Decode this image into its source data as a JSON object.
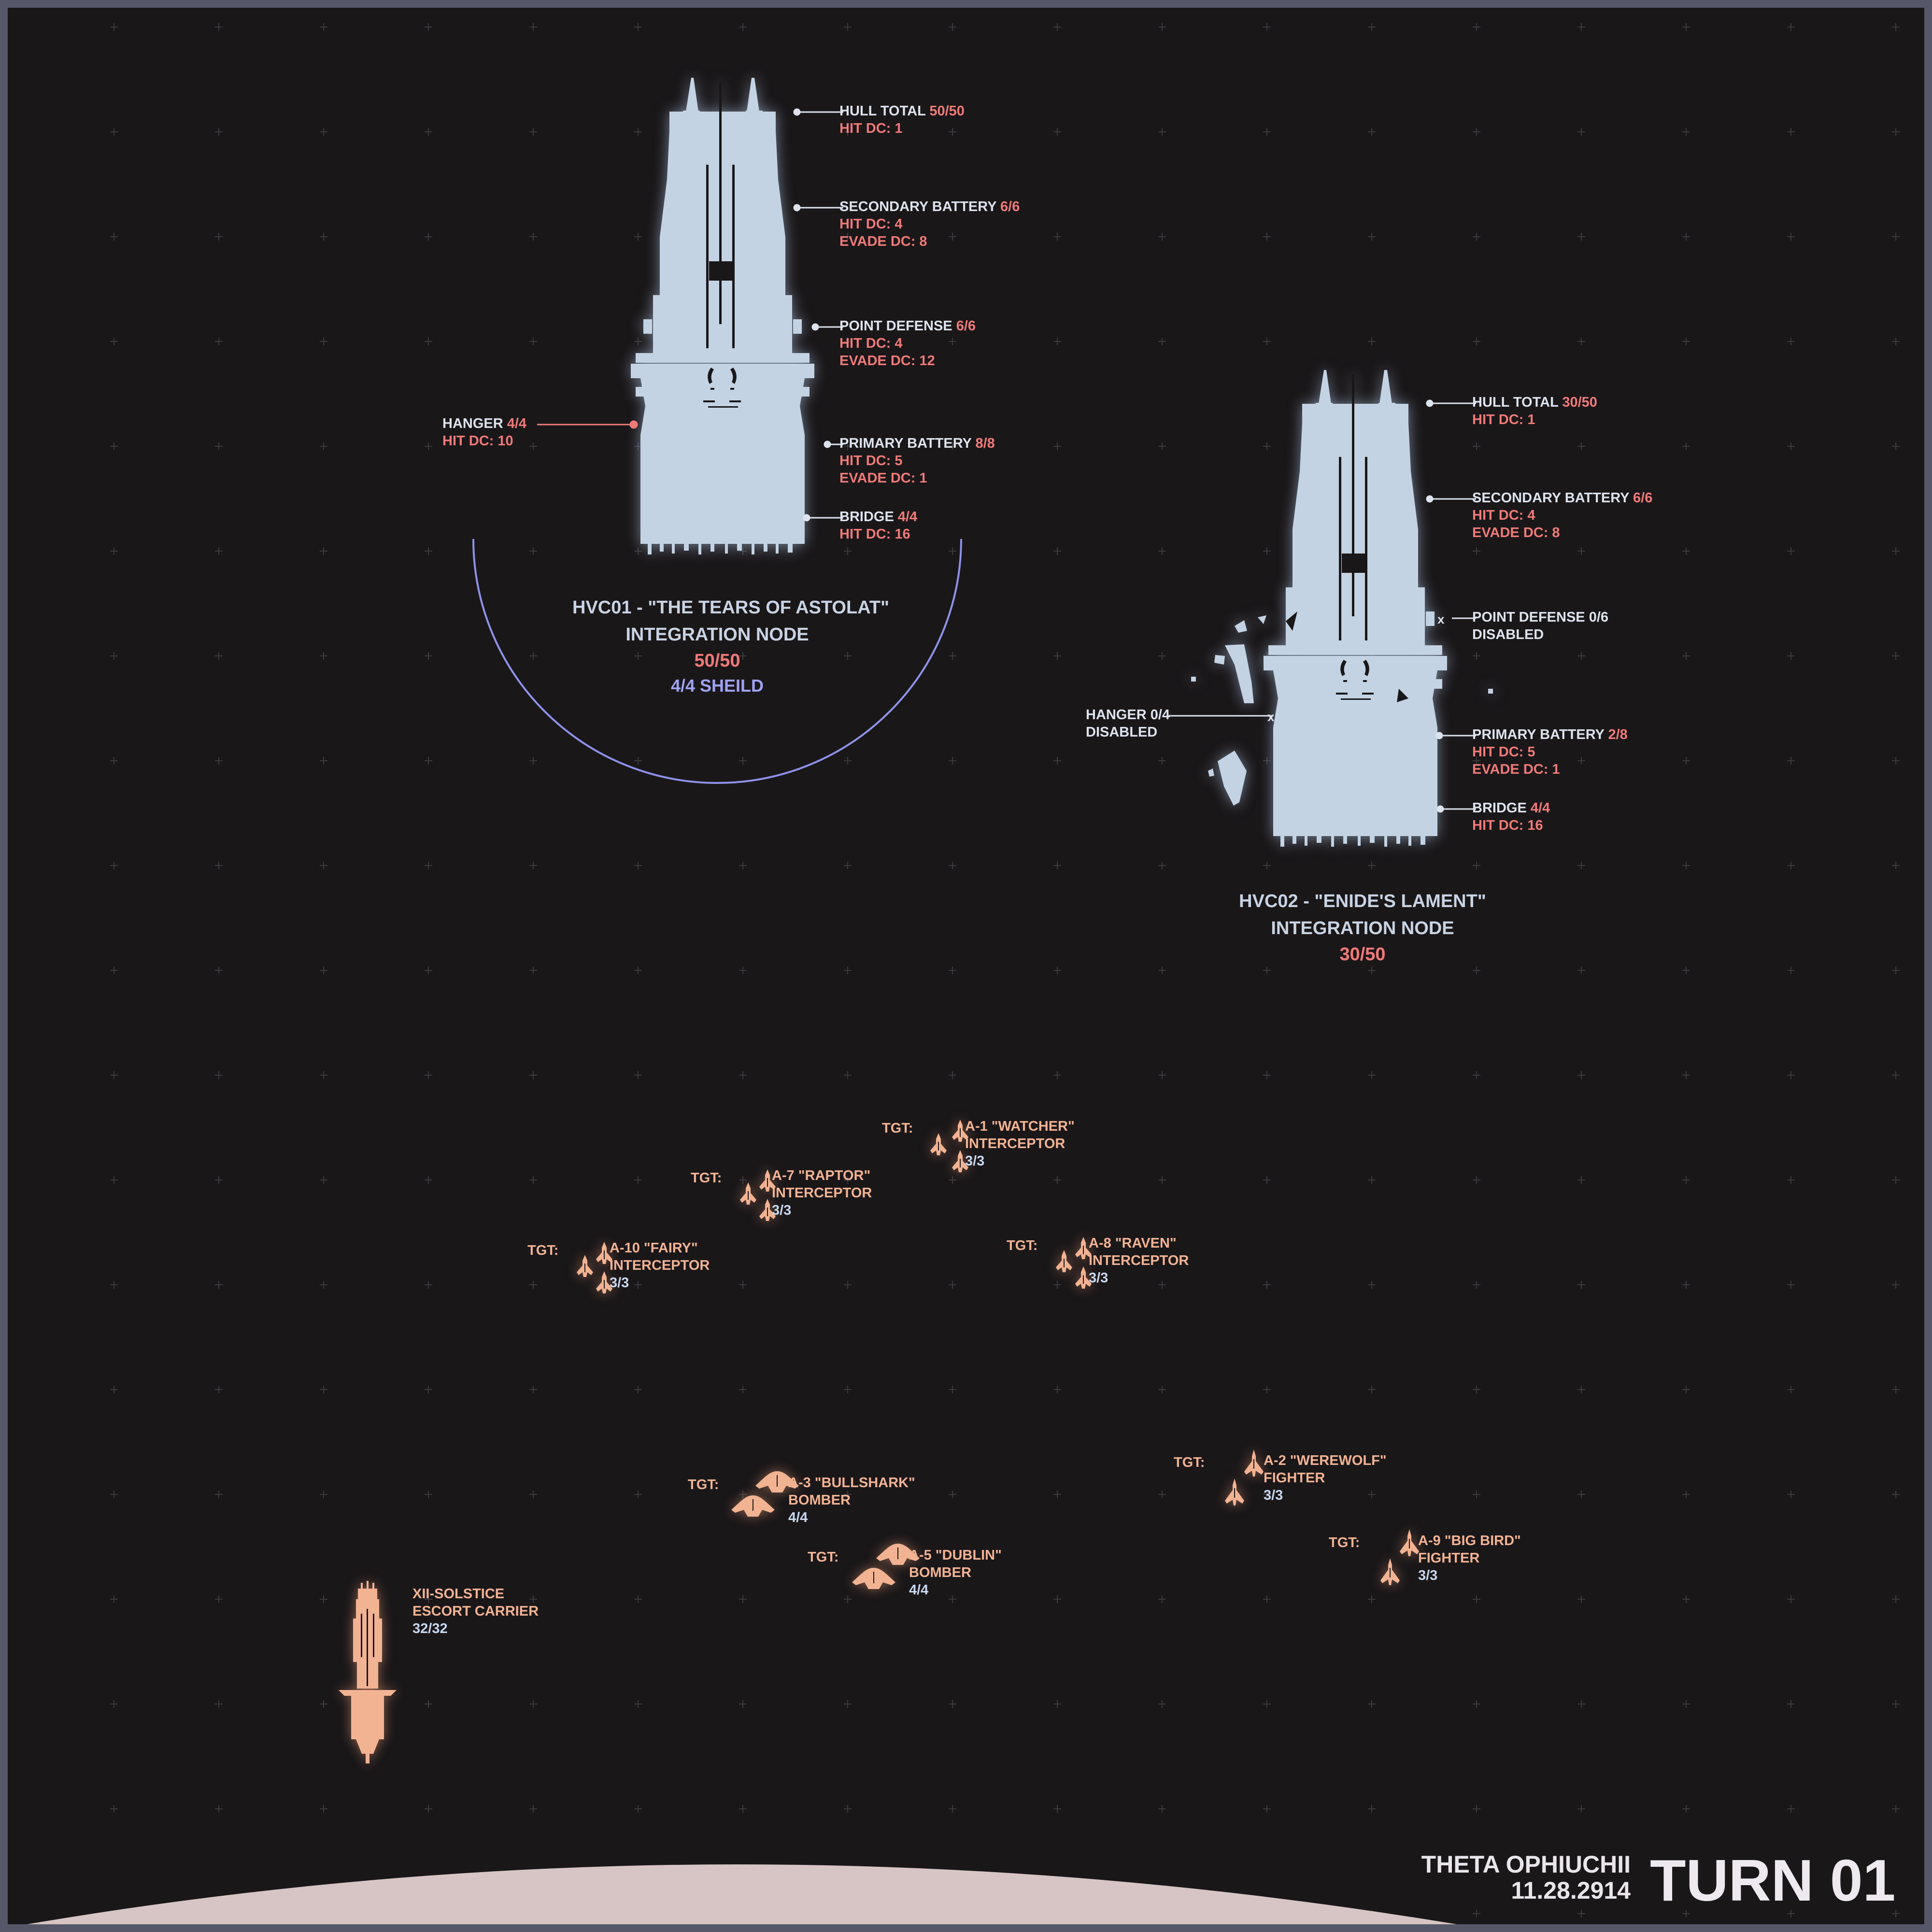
{
  "colors": {
    "background": "#1a1719",
    "border": "#56586a",
    "ship_blue": "#c3d3e3",
    "label_red": "#f07a78",
    "label_white": "#dde3ee",
    "shield_violet": "#9ea3f3",
    "squadron_orange": "#f2b393",
    "planet": "#d6c5c4"
  },
  "hvc01": {
    "title": "HVC01 - \"THE TEARS OF ASTOLAT\"",
    "subtitle": "INTEGRATION NODE",
    "hp": "50/50",
    "shield": "4/4 SHEILD",
    "hull": {
      "name": "HULL TOTAL",
      "value": "50/50",
      "hit": "HIT DC: 1"
    },
    "secondary": {
      "name": "SECONDARY BATTERY",
      "value": "6/6",
      "hit": "HIT DC: 4",
      "evade": "EVADE DC: 8"
    },
    "point_defense": {
      "name": "POINT DEFENSE",
      "value": "6/6",
      "hit": "HIT DC: 4",
      "evade": "EVADE DC: 12"
    },
    "primary": {
      "name": "PRIMARY BATTERY",
      "value": "8/8",
      "hit": "HIT DC: 5",
      "evade": "EVADE DC: 1"
    },
    "bridge": {
      "name": "BRIDGE",
      "value": "4/4",
      "hit": "HIT DC: 16"
    },
    "hanger": {
      "name": "HANGER",
      "value": "4/4",
      "hit": "HIT DC: 10"
    }
  },
  "hvc02": {
    "title": "HVC02 - \"ENIDE'S LAMENT\"",
    "subtitle": "INTEGRATION NODE",
    "hp": "30/50",
    "hull": {
      "name": "HULL TOTAL",
      "value": "30/50",
      "hit": "HIT DC: 1"
    },
    "secondary": {
      "name": "SECONDARY BATTERY",
      "value": "6/6",
      "hit": "HIT DC: 4",
      "evade": "EVADE DC: 8"
    },
    "point_defense": {
      "name": "POINT DEFENSE",
      "value": "0/6",
      "status": "DISABLED"
    },
    "primary": {
      "name": "PRIMARY BATTERY",
      "value": "2/8",
      "hit": "HIT DC: 5",
      "evade": "EVADE DC: 1"
    },
    "bridge": {
      "name": "BRIDGE",
      "value": "4/4",
      "hit": "HIT DC: 16"
    },
    "hanger": {
      "name": "HANGER",
      "value": "0/4",
      "status": "DISABLED"
    }
  },
  "squadrons": [
    {
      "id": "a1",
      "tgt": "TGT:",
      "name": "A-1 \"WATCHER\"",
      "role": "INTERCEPTOR",
      "hp": "3/3",
      "kind": "interceptor"
    },
    {
      "id": "a7",
      "tgt": "TGT:",
      "name": "A-7 \"RAPTOR\"",
      "role": "INTERCEPTOR",
      "hp": "3/3",
      "kind": "interceptor"
    },
    {
      "id": "a10",
      "tgt": "TGT:",
      "name": "A-10 \"FAIRY\"",
      "role": "INTERCEPTOR",
      "hp": "3/3",
      "kind": "interceptor"
    },
    {
      "id": "a8",
      "tgt": "TGT:",
      "name": "A-8 \"RAVEN\"",
      "role": "INTERCEPTOR",
      "hp": "3/3",
      "kind": "interceptor"
    },
    {
      "id": "a3",
      "tgt": "TGT:",
      "name": "A-3 \"BULLSHARK\"",
      "role": "BOMBER",
      "hp": "4/4",
      "kind": "bomber"
    },
    {
      "id": "a5",
      "tgt": "TGT:",
      "name": "A-5 \"DUBLIN\"",
      "role": "BOMBER",
      "hp": "4/4",
      "kind": "bomber"
    },
    {
      "id": "a2",
      "tgt": "TGT:",
      "name": "A-2 \"WEREWOLF\"",
      "role": "FIGHTER",
      "hp": "3/3",
      "kind": "fighter"
    },
    {
      "id": "a9",
      "tgt": "TGT:",
      "name": "A-9 \"BIG BIRD\"",
      "role": "FIGHTER",
      "hp": "3/3",
      "kind": "fighter"
    }
  ],
  "carrier": {
    "name": "XII-SOLSTICE",
    "role": "ESCORT CARRIER",
    "hp": "32/32"
  },
  "footer": {
    "region": "THETA OPHIUCHII",
    "date": "11.28.2914",
    "turn": "TURN 01"
  }
}
